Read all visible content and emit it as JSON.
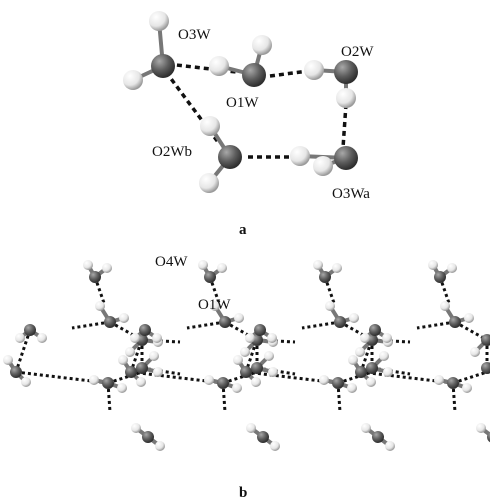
{
  "panel_a": {
    "labels": {
      "o3w": "O3W",
      "o1w": "O1W",
      "o2w": "O2W",
      "o2wb": "O2Wb",
      "o3wa": "O3Wa"
    },
    "caption": "a"
  },
  "panel_b": {
    "labels": {
      "o4w": "O4W",
      "o1w": "O1W"
    },
    "caption": "b"
  },
  "colors": {
    "oxygen": "#5e5e5e",
    "hydrogen": "#efefef",
    "hbond": "#111111"
  }
}
